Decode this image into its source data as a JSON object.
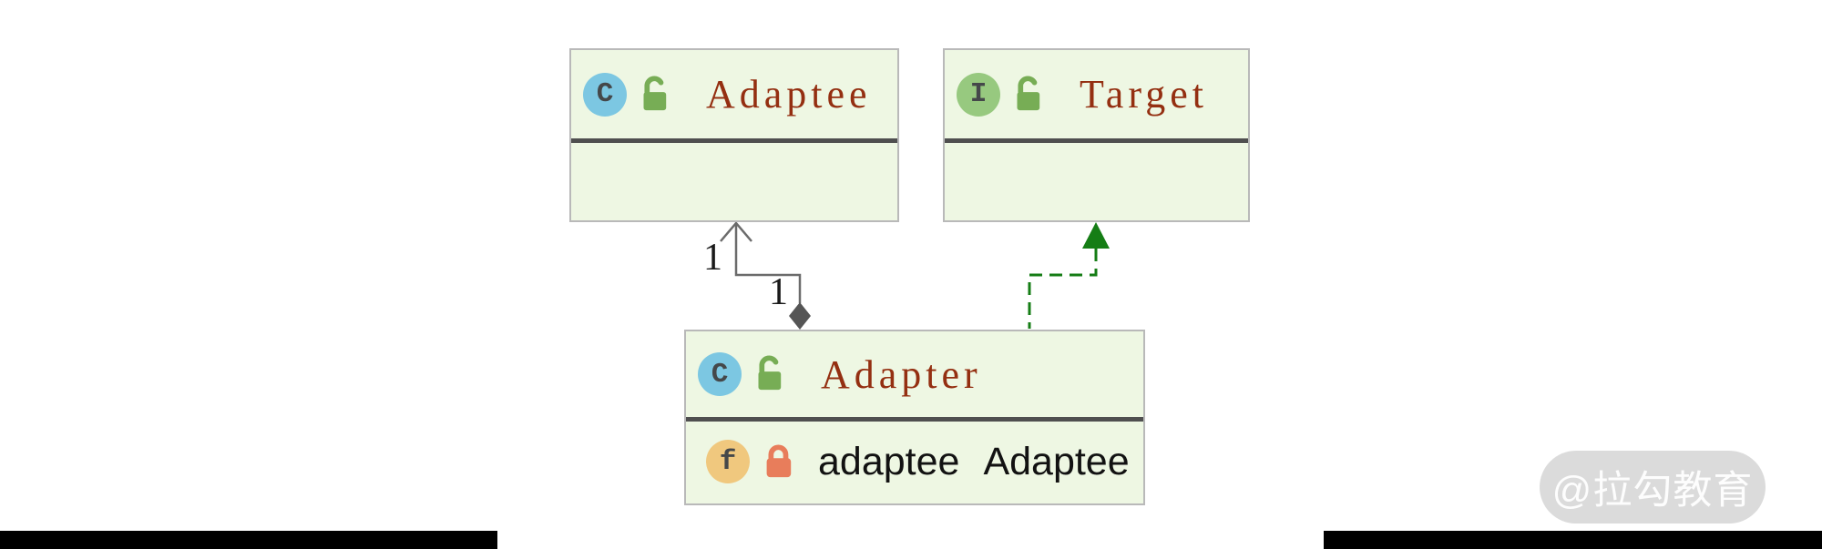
{
  "diagram": {
    "nodes": {
      "adaptee": {
        "title": "Adaptee",
        "kind": "class",
        "icon_letter": "C",
        "visibility": "unlocked",
        "members": []
      },
      "target": {
        "title": "Target",
        "kind": "interface",
        "icon_letter": "I",
        "visibility": "unlocked",
        "members": []
      },
      "adapter": {
        "title": "Adapter",
        "kind": "class",
        "icon_letter": "C",
        "visibility": "unlocked",
        "field": {
          "icon_letter": "f",
          "visibility": "locked",
          "name": "adaptee",
          "type": "Adaptee"
        }
      }
    },
    "edges": {
      "composition": {
        "type": "composition",
        "from": "Adapter",
        "to": "Adaptee",
        "adaptee_end_multiplicity": "1",
        "adapter_end_multiplicity": "1"
      },
      "realization": {
        "type": "realization",
        "from": "Adapter",
        "to": "Target"
      }
    }
  },
  "watermark": {
    "text": "@拉勾教育"
  },
  "colors": {
    "node_fill": "#eef7e3",
    "node_border": "#b9b9b9",
    "compartment_divider": "#4f4f4f",
    "class_name_text": "#942f11",
    "class_icon_bg": "#7cc7e2",
    "interface_icon_bg": "#97c97f",
    "field_icon_bg": "#f0c87e",
    "icon_letter": "#45484a",
    "unlocked_icon": "#77ad55",
    "locked_icon": "#e87d5b",
    "association_line": "#6b6b6b",
    "composition_diamond": "#555555",
    "realization_line": "#157d15",
    "field_text": "#121212",
    "watermark_bg": "#dbdbdb",
    "watermark_text": "#ffffff",
    "bottom_bar": "#000000"
  }
}
